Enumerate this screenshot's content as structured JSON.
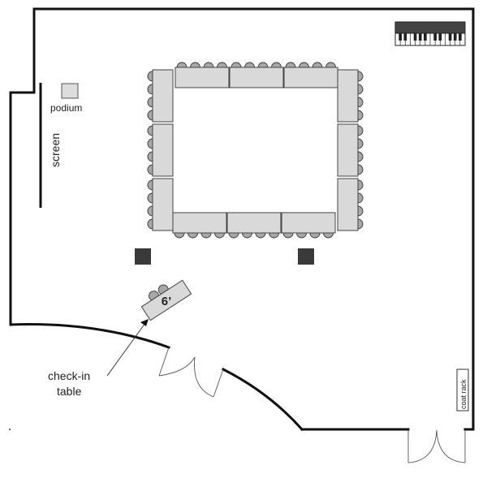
{
  "labels": {
    "podium": "podium",
    "screen": "screen",
    "check_in_line1": "check-in",
    "check_in_line2": "table",
    "table_size": "6’",
    "coat_rack": "coat rack"
  },
  "icons": {
    "piano": "piano-keyboard-icon",
    "arrow": "arrow-icon"
  },
  "colors": {
    "wall": "#111111",
    "table_fill": "#d9d9d9",
    "chair_fill": "#a8a8a8",
    "pillar": "#3a3a3a",
    "podium_fill": "#dddddd"
  }
}
